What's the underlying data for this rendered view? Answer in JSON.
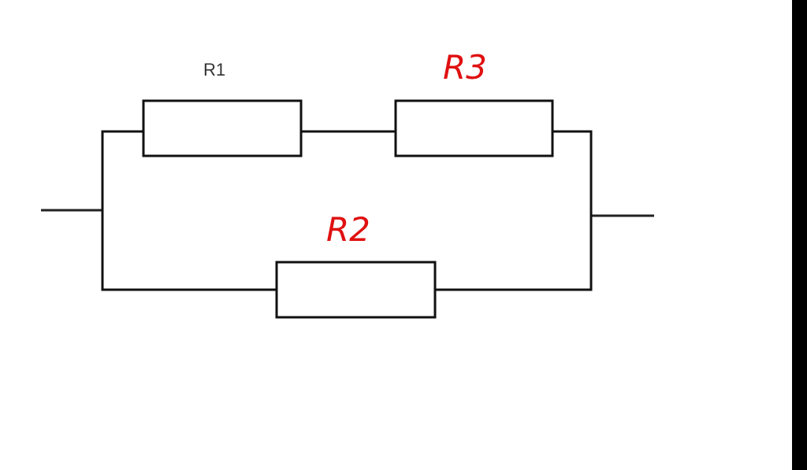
{
  "diagram": {
    "type": "circuit",
    "components": [
      {
        "id": "r1",
        "kind": "resistor",
        "label": "R1"
      },
      {
        "id": "r3",
        "kind": "resistor",
        "label": "R3"
      },
      {
        "id": "r2",
        "kind": "resistor",
        "label": "R2"
      }
    ],
    "connections": [
      {
        "from": "r1",
        "to": "r3",
        "type": "series"
      },
      {
        "from": "r1-r3 branch",
        "to": "r2",
        "type": "parallel"
      }
    ]
  },
  "labels": {
    "r1": "R1",
    "r3": "R3",
    "r2": "R2"
  },
  "colors": {
    "wire": "#111111",
    "printed_text": "#333333",
    "handwritten_text": "#e01010",
    "edge_bar": "#000000"
  }
}
